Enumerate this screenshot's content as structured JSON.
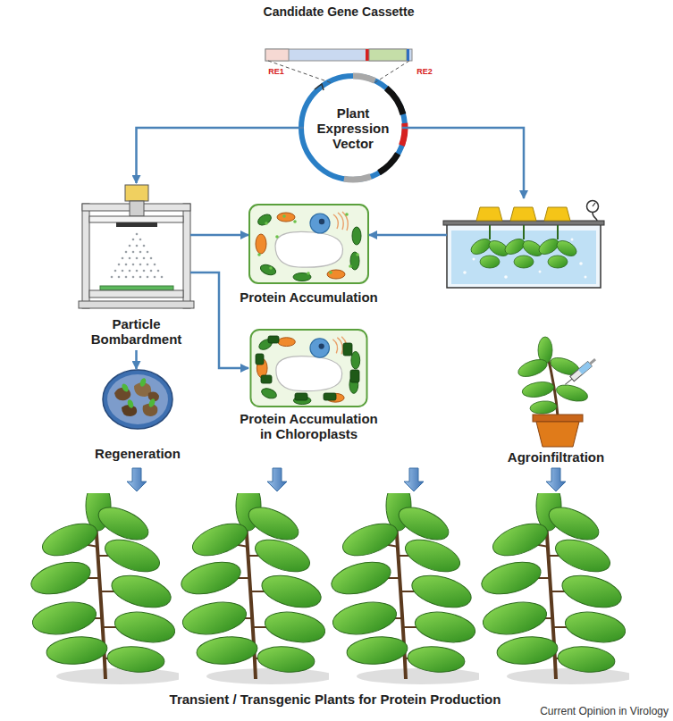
{
  "diagram": {
    "nodes": [
      {
        "text": [
          "Candidate Gene Cassette"
        ]
      },
      {
        "text": [
          "Plant Expression Vector"
        ]
      },
      {
        "text": [
          "Particle Bombardment"
        ]
      },
      {
        "text": [
          "Protein Accumulation"
        ]
      },
      {
        "text": [
          "Protein Accumulation in Chloroplasts"
        ]
      },
      {
        "text": [
          "Regeneration"
        ]
      },
      {
        "text": [
          "Agroinfiltration"
        ]
      },
      {
        "text": [
          "Transient / Transgenic Plants for Protein Production"
        ]
      }
    ],
    "edges": [
      {
        "from": 0,
        "to": 1,
        "arrow": "none"
      },
      {
        "from": 0,
        "to": 1,
        "arrow": "none"
      },
      {
        "from": 1,
        "to": 2,
        "arrow": "to"
      },
      {
        "from": 1,
        "to": 6,
        "arrow": "to"
      },
      {
        "from": 2,
        "to": 3,
        "arrow": "to"
      },
      {
        "from": 2,
        "to": 4,
        "arrow": "to"
      },
      {
        "from": 6,
        "to": 3,
        "arrow": "to"
      },
      {
        "from": 2,
        "to": 5,
        "arrow": "to"
      },
      {
        "from": 5,
        "to": 7,
        "arrow": "to"
      },
      {
        "from": 4,
        "to": 7,
        "arrow": "to"
      },
      {
        "from": 4,
        "to": 7,
        "arrow": "to"
      },
      {
        "from": 6,
        "to": 7,
        "arrow": "to"
      }
    ],
    "labels": [
      "RE1",
      "RE2",
      "Current Opinion in Virology"
    ]
  }
}
